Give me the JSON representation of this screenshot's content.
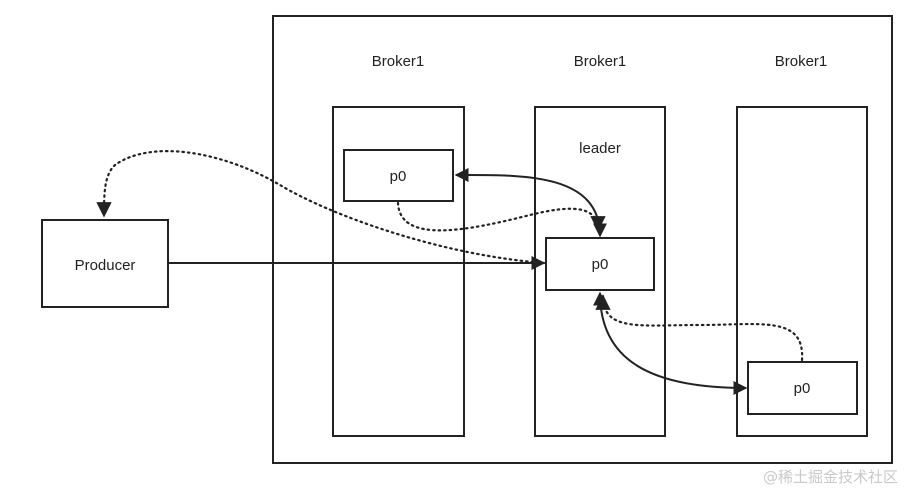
{
  "brokers": [
    {
      "label": "Broker1",
      "top_label": "",
      "partition_label": "p0"
    },
    {
      "label": "Broker1",
      "top_label": "leader",
      "partition_label": "p0"
    },
    {
      "label": "Broker1",
      "top_label": "",
      "partition_label": "p0"
    }
  ],
  "producer": {
    "label": "Producer"
  },
  "watermark": "@稀土掘金技术社区",
  "colors": {
    "stroke": "#222222",
    "background": "#ffffff",
    "watermark": "#c9c9c9"
  }
}
